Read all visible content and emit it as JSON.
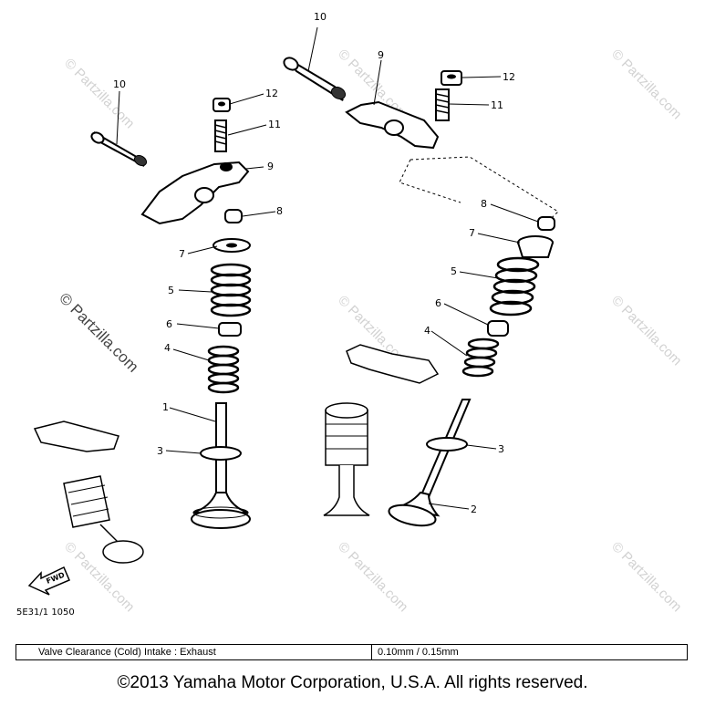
{
  "diagram": {
    "callouts": [
      {
        "id": "c10a",
        "label": "10"
      },
      {
        "id": "c10b",
        "label": "10"
      },
      {
        "id": "c12a",
        "label": "12"
      },
      {
        "id": "c11a",
        "label": "11"
      },
      {
        "id": "c9a",
        "label": "9"
      },
      {
        "id": "c8a",
        "label": "8"
      },
      {
        "id": "c7a",
        "label": "7"
      },
      {
        "id": "c5a",
        "label": "5"
      },
      {
        "id": "c6a",
        "label": "6"
      },
      {
        "id": "c4a",
        "label": "4"
      },
      {
        "id": "c1a",
        "label": "1"
      },
      {
        "id": "c3a",
        "label": "3"
      },
      {
        "id": "c9b",
        "label": "9"
      },
      {
        "id": "c12b",
        "label": "12"
      },
      {
        "id": "c11b",
        "label": "11"
      },
      {
        "id": "c8b",
        "label": "8"
      },
      {
        "id": "c7b",
        "label": "7"
      },
      {
        "id": "c5b",
        "label": "5"
      },
      {
        "id": "c6b",
        "label": "6"
      },
      {
        "id": "c4b",
        "label": "4"
      },
      {
        "id": "c3b",
        "label": "3"
      },
      {
        "id": "c2a",
        "label": "2"
      }
    ],
    "watermark_text": "© Partzilla.com",
    "fwd_label": "FWD",
    "part_code": "5E31/1 1050"
  },
  "spec_table": {
    "label": "Valve Clearance (Cold) Intake : Exhaust",
    "value": "0.10mm / 0.15mm"
  },
  "copyright": "©2013  Yamaha Motor Corporation, U.S.A. All rights reserved."
}
